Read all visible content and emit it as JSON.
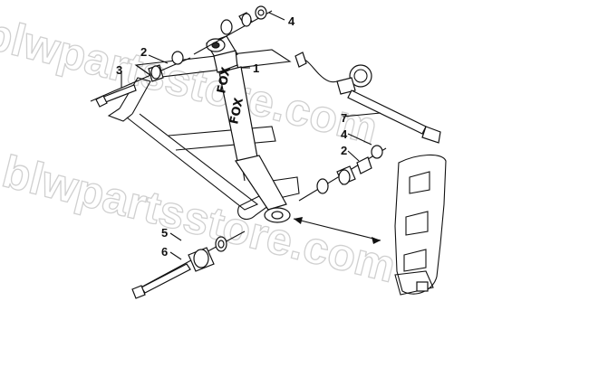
{
  "watermark": {
    "text": "blwpartsstore.com"
  },
  "shock": {
    "brand": "FOX"
  },
  "callouts": [
    "1",
    "2",
    "3",
    "4",
    "5",
    "6",
    "7"
  ]
}
